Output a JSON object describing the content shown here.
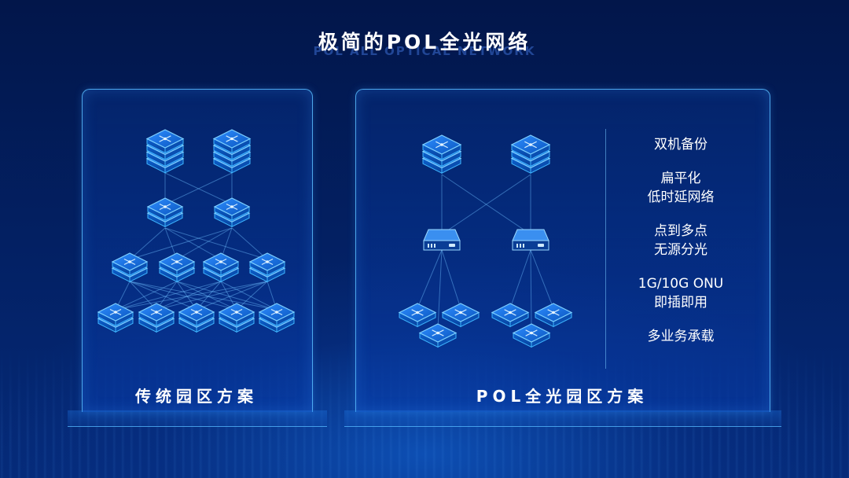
{
  "title": "极简的POL全光网络",
  "subtitle": "POL ALL OPTICAL NETWORK",
  "left_panel": {
    "label": "传统园区方案"
  },
  "right_panel": {
    "label": "POL全光园区方案",
    "features": [
      {
        "line1": "双机备份",
        "line2": ""
      },
      {
        "line1": "扁平化",
        "line2": "低时延网络"
      },
      {
        "line1": "点到多点",
        "line2": "无源分光"
      },
      {
        "line1": "1G/10G ONU",
        "line2": "即插即用"
      },
      {
        "line1": "多业务承载",
        "line2": ""
      }
    ]
  },
  "colors": {
    "accent": "#3fb6ff",
    "device_fill": "#0b5fc4",
    "panel_border": "#5abeff"
  }
}
